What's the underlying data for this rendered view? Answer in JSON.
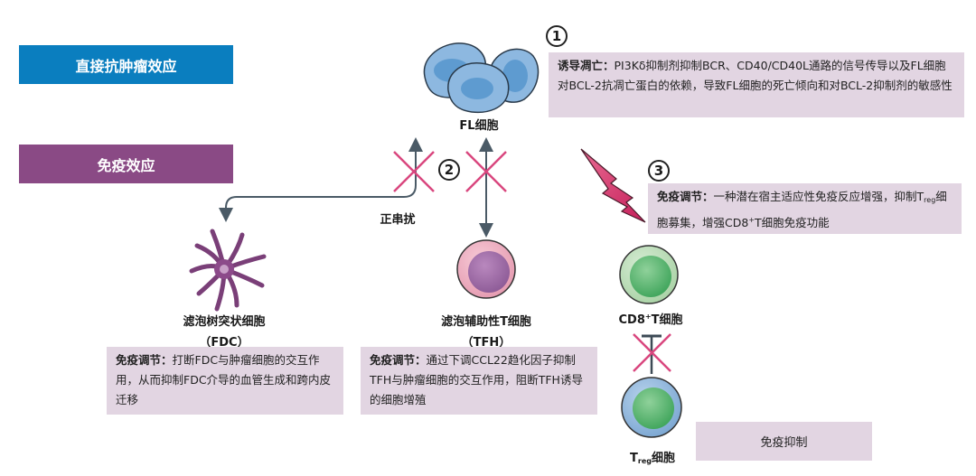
{
  "sections": {
    "direct_label": "直接抗肿瘤效应",
    "immune_label": "免疫效应"
  },
  "markers": {
    "m1": "1",
    "m2": "2",
    "m3": "3"
  },
  "cells": {
    "fl": "FL细胞",
    "fdc_name": "滤泡树突状细胞",
    "fdc_abbr": "（FDC）",
    "tfh_name": "滤泡辅助性T细胞",
    "tfh_abbr": "（TFH）",
    "cd8_prefix": "CD8",
    "cd8_sup": "+",
    "cd8_suffix": "T细胞",
    "treg_prefix": "T",
    "treg_sub": "reg",
    "treg_suffix": "细胞"
  },
  "labels": {
    "positive_crosstalk": "正串扰",
    "immune_suppression": "免疫抑制"
  },
  "boxes": {
    "box1": {
      "title": "诱导凋亡：",
      "text": "PI3Kδ抑制剂抑制BCR、CD40/CD40L通路的信号传导以及FL细胞对BCL-2抗凋亡蛋白的依赖，导致FL细胞的死亡倾向和对BCL-2抑制剂的敏感性"
    },
    "box3": {
      "title": "免疫调节：",
      "text_a": "一种潜在宿主适应性免疫反应增强，抑制T",
      "text_sub": "reg",
      "text_b": "细胞募集，增强CD8",
      "text_sup": "+",
      "text_c": "T细胞免疫功能"
    },
    "box_fdc": {
      "title": "免疫调节：",
      "text": "打断FDC与肿瘤细胞的交互作用，从而抑制FDC介导的血管生成和跨内皮迁移"
    },
    "box_tfh": {
      "title": "免疫调节：",
      "text": "通过下调CCL22趋化因子抑制TFH与肿瘤细胞的交互作用，阻断TFH诱导的细胞增殖"
    }
  },
  "colors": {
    "direct": "#0a7ebf",
    "immune": "#8a4a85",
    "box_bg": "#e2d5e2",
    "cross": "#d9467e",
    "arrow": "#4a5a66"
  }
}
